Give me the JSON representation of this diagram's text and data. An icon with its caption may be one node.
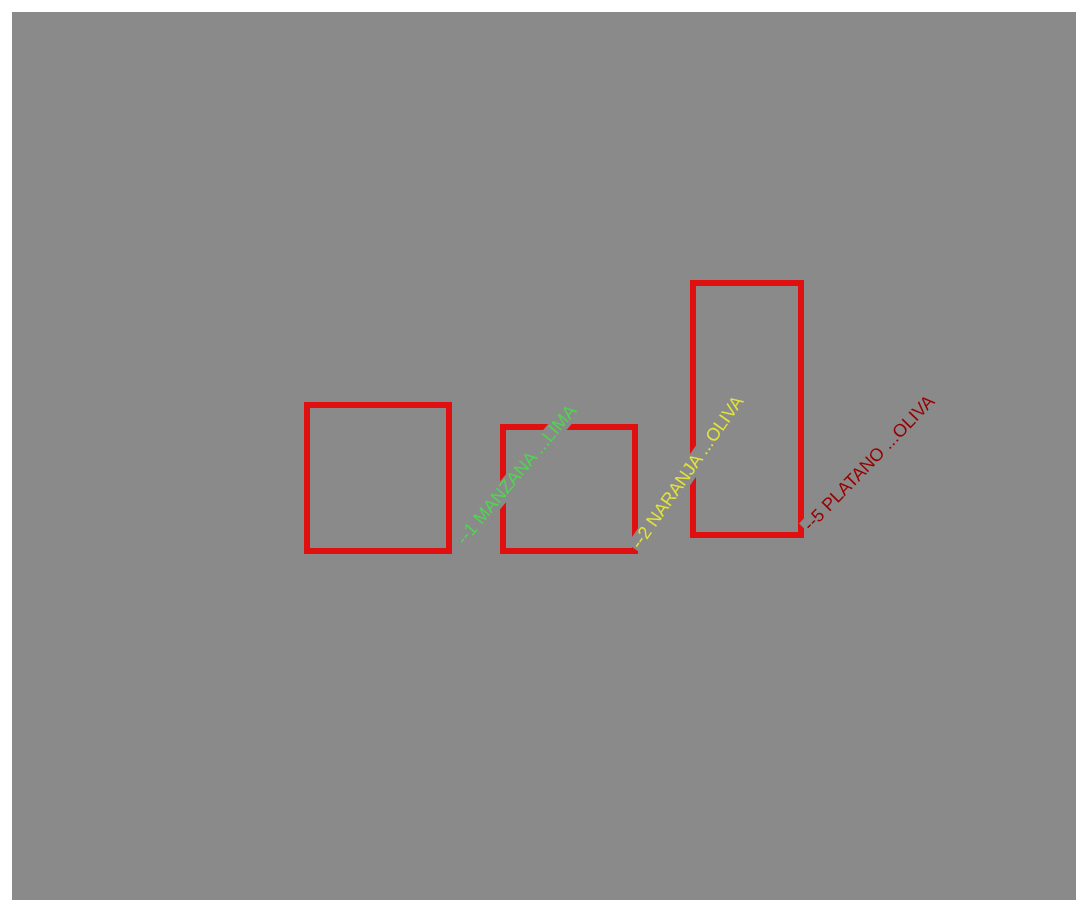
{
  "diagram": {
    "nodes": [
      {
        "text": [],
        "shape": "box",
        "beside": [
          "--1 MANZANA ...LIMA"
        ]
      },
      {
        "text": [],
        "shape": "box",
        "beside": [
          "--2 NARANJA ...OLIVA"
        ]
      },
      {
        "text": [],
        "shape": "box",
        "beside": [
          "--5 PLATANO ...OLIVA"
        ]
      }
    ]
  }
}
